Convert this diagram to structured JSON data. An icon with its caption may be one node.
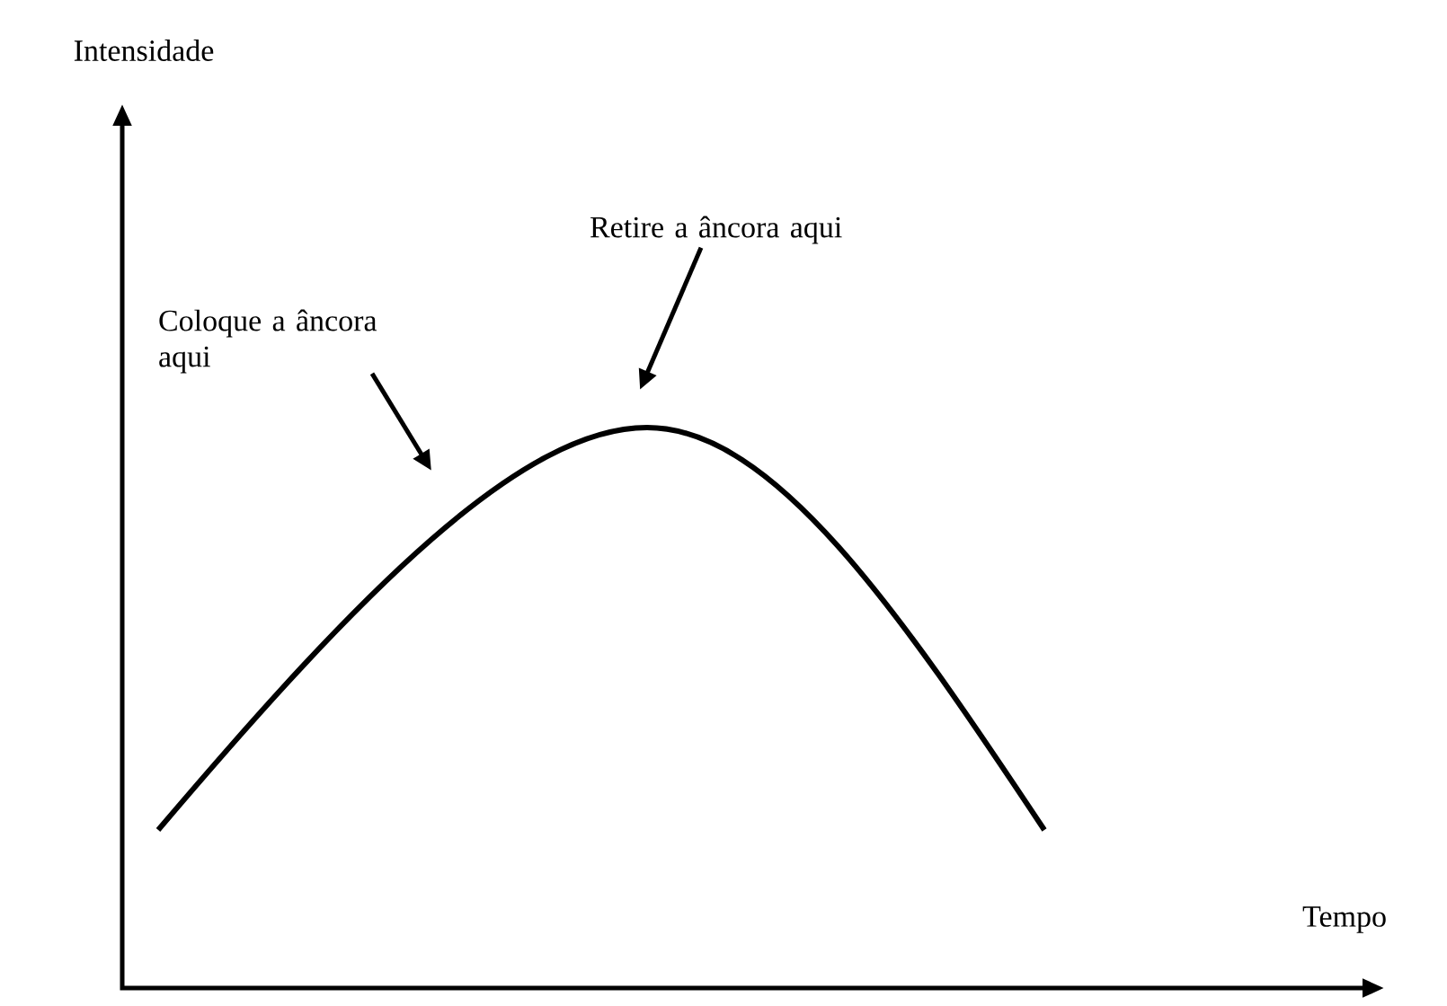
{
  "diagram": {
    "nodes": [
      {
        "text": [
          "Coloque a âncora aqui"
        ]
      },
      {
        "text": [
          "Retire a âncora aqui"
        ]
      }
    ],
    "edges": [
      {
        "from": 0,
        "to": null,
        "arrow": "to"
      },
      {
        "from": 1,
        "to": null,
        "arrow": "to"
      }
    ],
    "labels": [
      "Intensidade",
      "Tempo"
    ]
  }
}
